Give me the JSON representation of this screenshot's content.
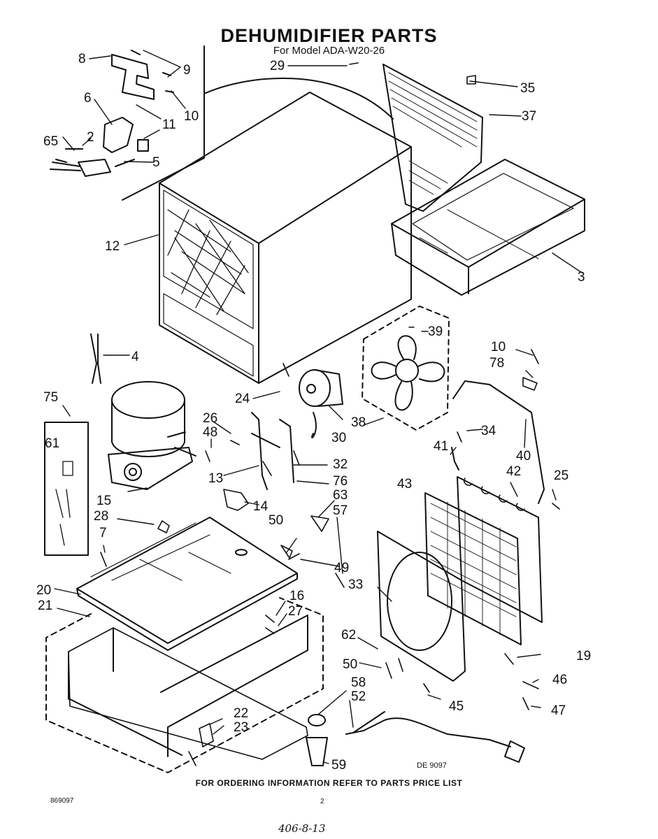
{
  "title": "DEHUMIDIFIER PARTS",
  "subtitle": "For Model ADA-W20-26",
  "diagram_code": "DE 9097",
  "footer": "FOR ORDERING INFORMATION REFER TO PARTS PRICE LIST",
  "doc_number": "869097",
  "page_number": "2",
  "handwritten_note": "406-8-13",
  "callouts": [
    "8",
    "9",
    "6",
    "10",
    "11",
    "2",
    "65",
    "5",
    "29",
    "35",
    "37",
    "12",
    "3",
    "4",
    "39",
    "10",
    "78",
    "75",
    "26",
    "48",
    "24",
    "38",
    "30",
    "34",
    "40",
    "41",
    "42",
    "61",
    "13",
    "32",
    "25",
    "76",
    "43",
    "15",
    "14",
    "63",
    "28",
    "50",
    "57",
    "7",
    "49",
    "33",
    "20",
    "16",
    "21",
    "27",
    "62",
    "19",
    "50",
    "46",
    "58",
    "52",
    "45",
    "47",
    "22",
    "23",
    "59"
  ]
}
